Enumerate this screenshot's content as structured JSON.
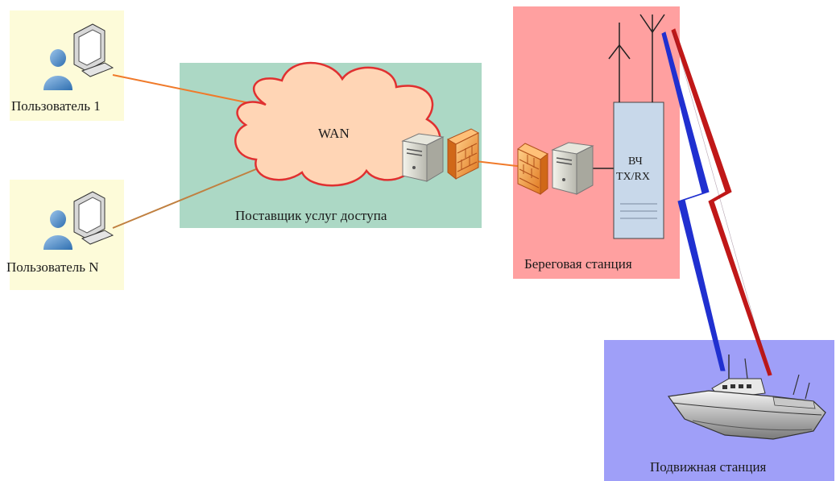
{
  "nodes": {
    "user1": {
      "label": "Пользователь 1"
    },
    "userN": {
      "label": "Пользователь N"
    },
    "provider": {
      "label": "Поставщик услуг доступа",
      "cloud_label": "WAN"
    },
    "shore": {
      "label": "Береговая станция",
      "transceiver_label_line1": "ВЧ",
      "transceiver_label_line2": "TX/RX"
    },
    "mobile": {
      "label": "Подвижная станция"
    }
  },
  "colors": {
    "user_bg": "#fdfbd9",
    "provider_bg": "#acd8c5",
    "shore_bg": "#ffa0a0",
    "mobile_bg": "#9f9ff8",
    "cloud_fill": "#ffd5b5",
    "cloud_stroke": "#e03030",
    "link_orange": "#f07a2a",
    "link_brown": "#c08040",
    "radio_blue": "#2030d0",
    "radio_red": "#c01818",
    "transceiver_fill": "#c8d8ea"
  }
}
